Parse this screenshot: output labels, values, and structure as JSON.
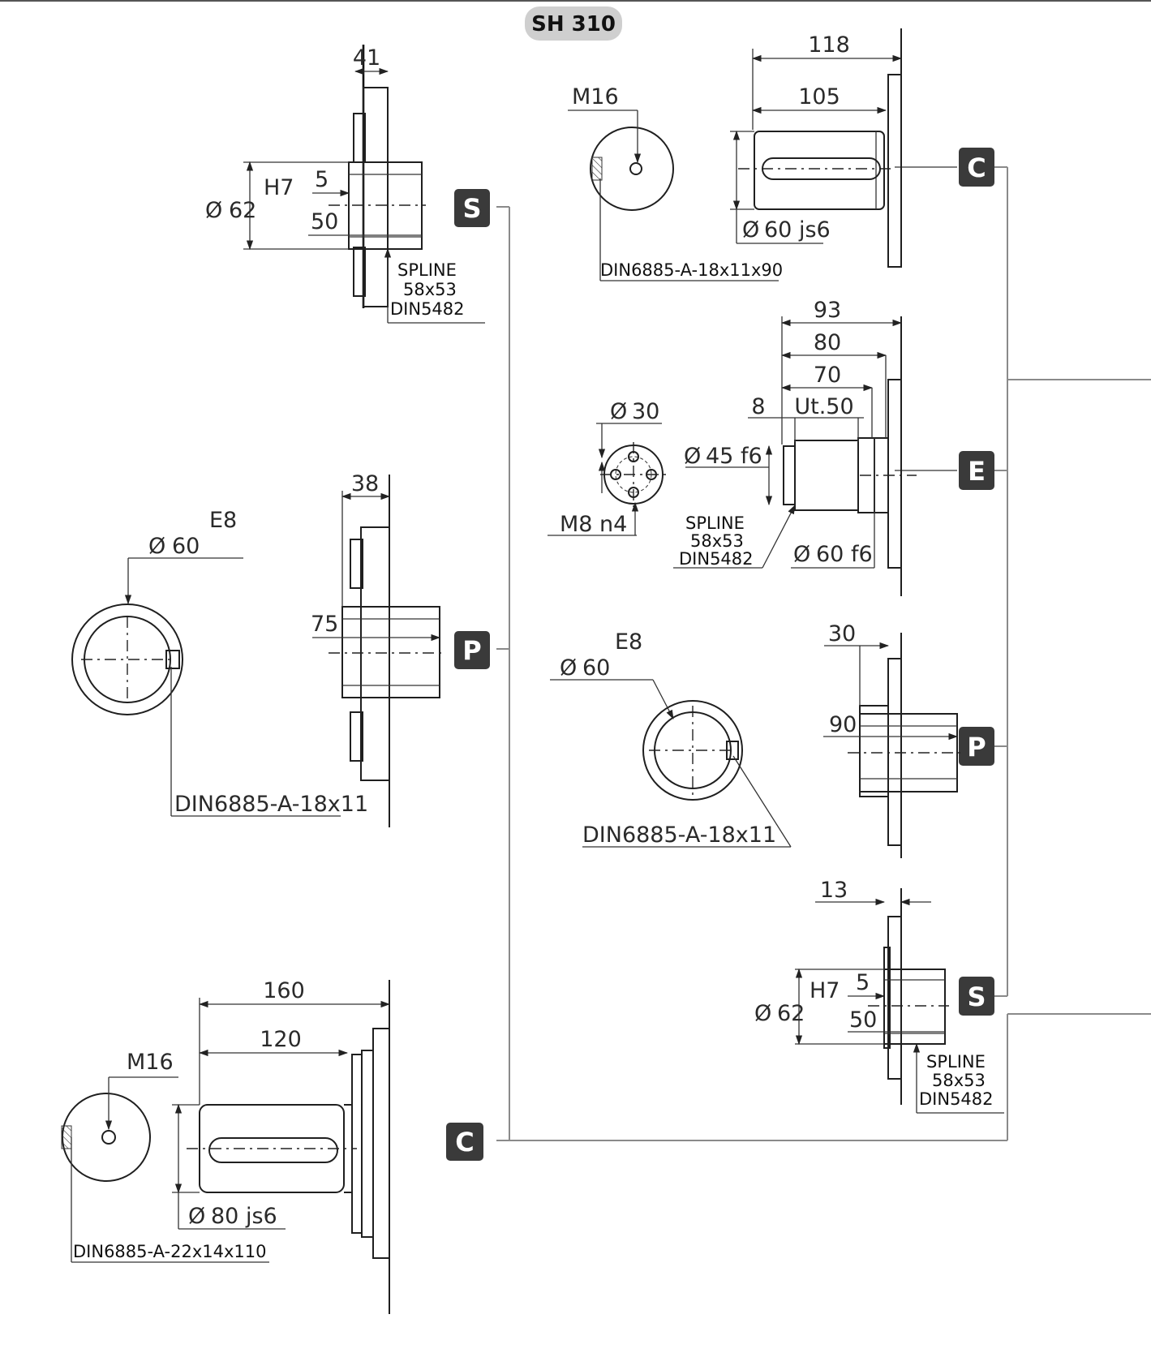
{
  "title": "SH 310",
  "badges": {
    "c": "C",
    "s": "S",
    "e": "E",
    "p": "P"
  },
  "top_left": {
    "width": "41",
    "fit": "H7",
    "depth": "5",
    "length": "50",
    "diameter": "62",
    "spline": [
      "SPLINE",
      "58x53",
      "DIN5482"
    ]
  },
  "top_right": {
    "thread": "M16",
    "overall": "118",
    "shaft_length": "105",
    "diameter": "60 js6",
    "key": "DIN6885-A-18x11x90"
  },
  "mid_right_e": {
    "pcd": "30",
    "bolts": "M8 n4",
    "overall": "93",
    "d80": "80",
    "d70": "70",
    "offset": "8",
    "usable": "Ut.50",
    "spline_dia": "45 f6",
    "outer_dia": "60 f6",
    "spline": [
      "SPLINE",
      "58x53",
      "DIN5482"
    ]
  },
  "mid_left_p": {
    "tolerance": "E8",
    "diameter": "60",
    "key": "DIN6885-A-18x11",
    "width": "38",
    "depth": "75"
  },
  "mid_right_p": {
    "tolerance": "E8",
    "diameter": "60",
    "key": "DIN6885-A-18x11",
    "width": "30",
    "depth": "90"
  },
  "low_right_s": {
    "width": "13",
    "fit": "H7",
    "depth": "5",
    "length": "50",
    "diameter": "62",
    "spline": [
      "SPLINE",
      "58x53",
      "DIN5482"
    ]
  },
  "bottom_left": {
    "thread": "M16",
    "overall": "160",
    "shaft_length": "120",
    "diameter": "80 js6",
    "key": "DIN6885-A-22x14x110"
  }
}
